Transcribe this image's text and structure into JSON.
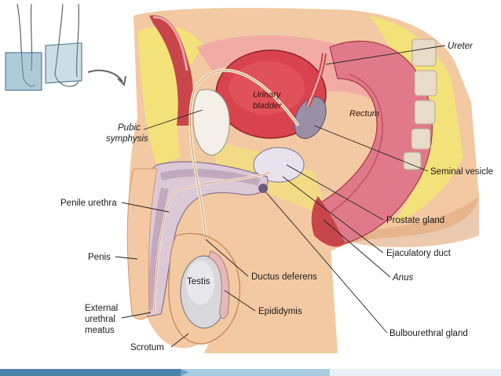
{
  "labels": {
    "ureter": "Ureter",
    "urinary_bladder": "Urinary\nbladder",
    "rectum": "Rectum",
    "pubic_symphysis": "Pubic\nsymphysis",
    "seminal_vesicle": "Seminal vesicle",
    "penile_urethra": "Penile urethra",
    "prostate_gland": "Prostate gland",
    "penis": "Penis",
    "ejaculatory_duct": "Ejaculatory duct",
    "testis": "Testis",
    "ductus_deferens": "Ductus deferens",
    "anus": "Anus",
    "external_urethral_meatus": "External\nurethral\nmeatus",
    "epididymis": "Epididymis",
    "scrotum": "Scrotum",
    "bulbourethral_gland": "Bulbourethral gland"
  },
  "colors": {
    "skin": "#f2c9a2",
    "skin_shadow": "#e0a67c",
    "fat": "#f3e27a",
    "muscle": "#c8454a",
    "bladder": "#d9434d",
    "rectum": "#e07a8a",
    "bone": "#e8dcc8",
    "erectile": "#dcc9d8",
    "testis": "#d8d8dc",
    "duct": "#f6e9d0",
    "accent_bar": "#2b6f9e"
  }
}
